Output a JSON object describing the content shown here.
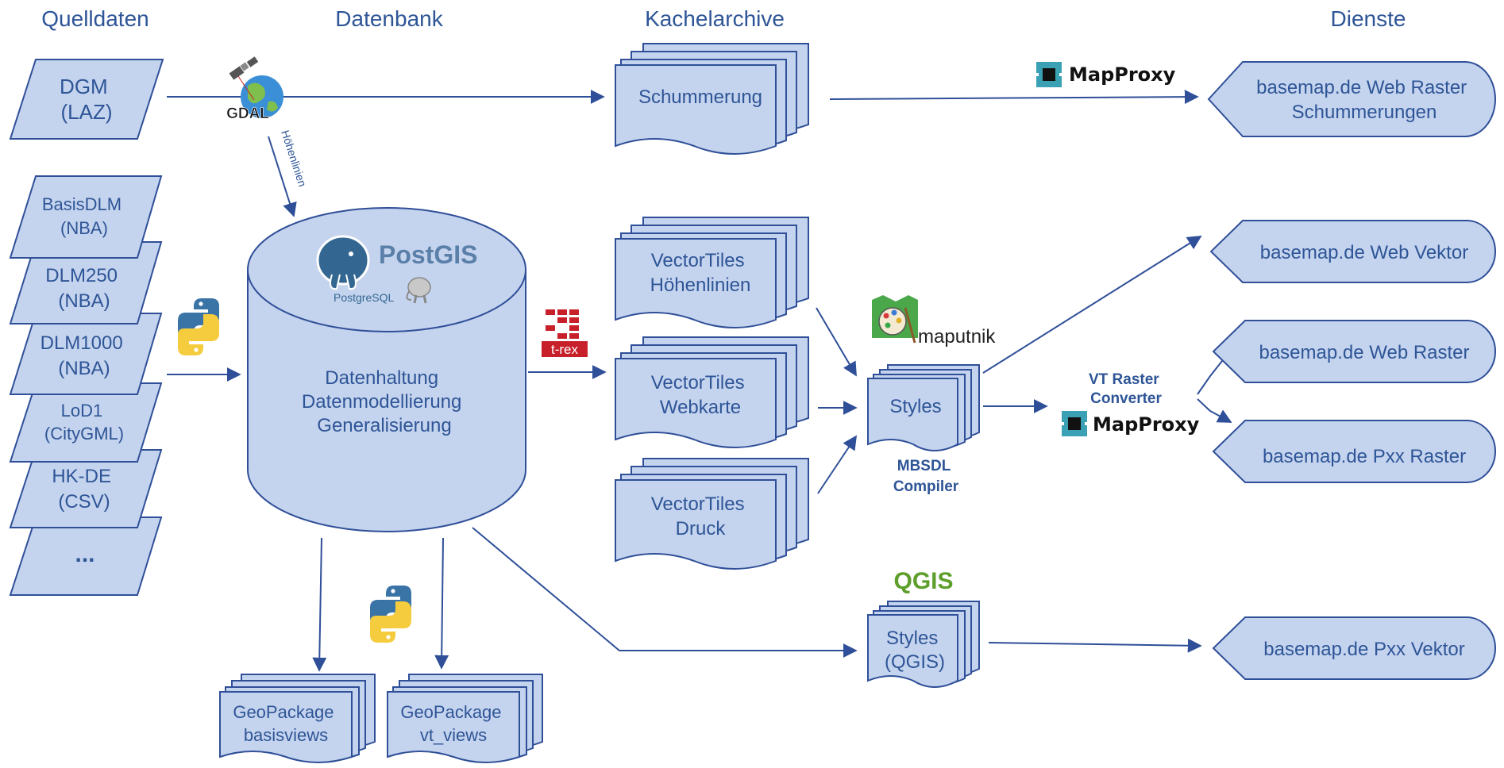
{
  "headers": {
    "quelldaten": "Quelldaten",
    "datenbank": "Datenbank",
    "kachelarchive": "Kachelarchive",
    "dienste": "Dienste"
  },
  "sources": {
    "dgm": [
      "DGM",
      "(LAZ)"
    ],
    "basisdlm": [
      "BasisDLM",
      "(NBA)"
    ],
    "dlm250": [
      "DLM250",
      "(NBA)"
    ],
    "dlm1000": [
      "DLM1000",
      "(NBA)"
    ],
    "lod1": [
      "LoD1",
      "(CityGML)"
    ],
    "hkde": [
      "HK-DE",
      "(CSV)"
    ],
    "more": "..."
  },
  "database": {
    "lines": [
      "Datenhaltung",
      "Datenmodellierung",
      "Generalisierung"
    ],
    "postgresql_label": "PostgreSQL",
    "postgis_label": "PostGIS"
  },
  "edge_labels": {
    "hoehenlinien": "Höhenlinien"
  },
  "tools": {
    "gdal": "GDAL",
    "trex": "t-rex",
    "mapproxy": "MapProxy",
    "maputnik": "maputnik",
    "qgis": "QGIS",
    "vt_raster_converter": [
      "VT Raster",
      "Converter"
    ],
    "mbsdl_compiler": [
      "MBSDL",
      "Compiler"
    ]
  },
  "archives": {
    "schummerung": [
      "Schummerung"
    ],
    "vt_hoehenlinien": [
      "VectorTiles",
      "Höhenlinien"
    ],
    "vt_webkarte": [
      "VectorTiles",
      "Webkarte"
    ],
    "vt_druck": [
      "VectorTiles",
      "Druck"
    ]
  },
  "styles": {
    "styles": [
      "Styles"
    ],
    "styles_qgis": [
      "Styles",
      "(QGIS)"
    ]
  },
  "geopackages": {
    "basisviews": [
      "GeoPackage",
      "basisviews"
    ],
    "vt_views": [
      "GeoPackage",
      "vt_views"
    ]
  },
  "services": {
    "web_raster_schummerungen": [
      "basemap.de Web Raster",
      "Schummerungen"
    ],
    "web_vektor": [
      "basemap.de Web Vektor"
    ],
    "web_raster": [
      "basemap.de Web Raster"
    ],
    "pxx_raster": [
      "basemap.de Pxx Raster"
    ],
    "pxx_vektor": [
      "basemap.de Pxx Vektor"
    ]
  },
  "colors": {
    "node_fill": "#c5d4ee",
    "node_stroke": "#2f4f98",
    "text": "#2e5597",
    "python_blue": "#3a73a6",
    "python_yellow": "#f5cc3d",
    "trex_red": "#c8202a",
    "mapproxy_teal": "#3aa0b4",
    "qgis_green": "#5e9e2a"
  }
}
